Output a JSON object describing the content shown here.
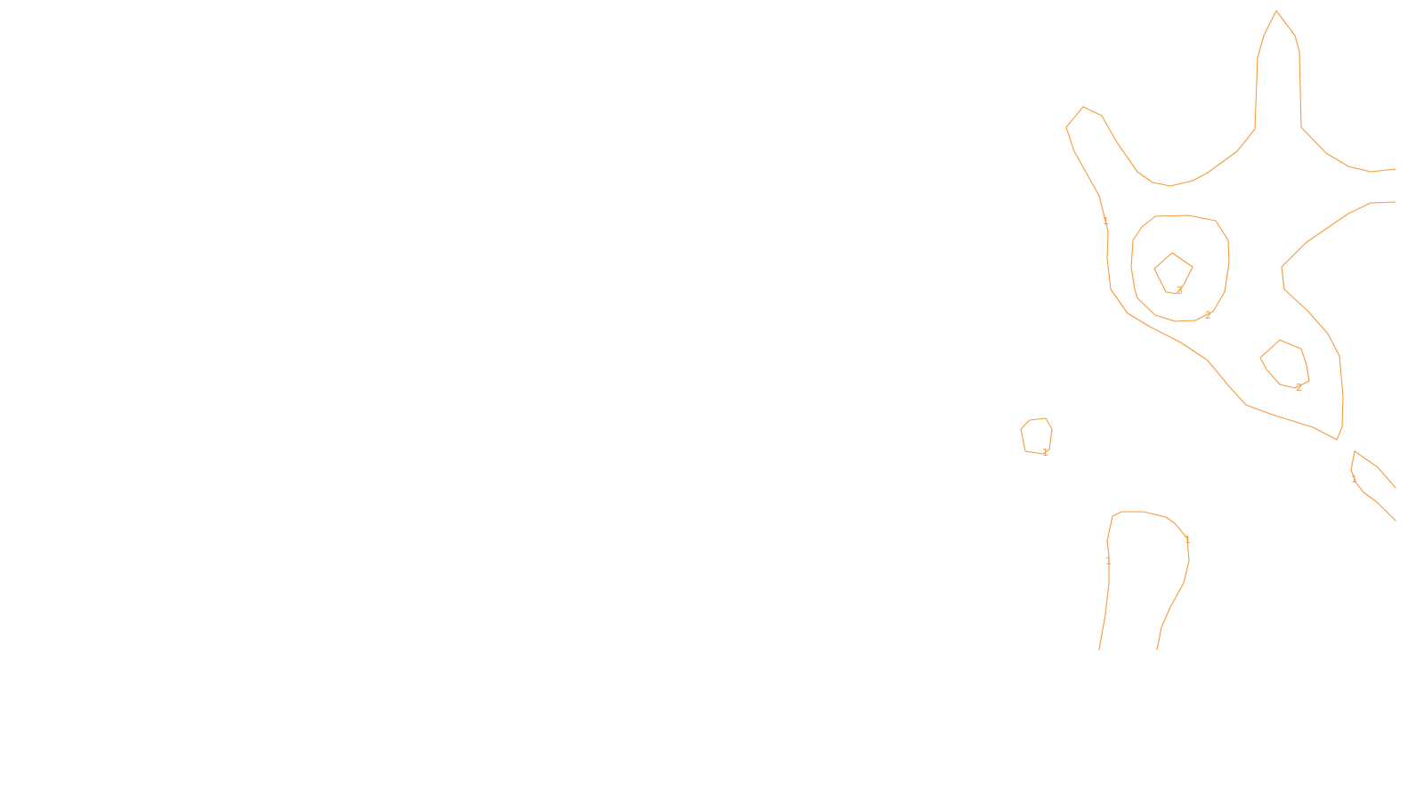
{
  "map": {
    "line_color": "#f59a3c",
    "background": "#ffffff",
    "contour_labels": [
      {
        "id": "label-1-upper",
        "text": "1"
      },
      {
        "id": "label-2-upper",
        "text": "2"
      },
      {
        "id": "label-3",
        "text": "3"
      },
      {
        "id": "label-2-right",
        "text": "2"
      },
      {
        "id": "label-1-small",
        "text": "1"
      },
      {
        "id": "label-1-lower-left",
        "text": "1"
      },
      {
        "id": "label-1-lower-right",
        "text": "1"
      },
      {
        "id": "label-1-edge",
        "text": "1"
      }
    ]
  }
}
